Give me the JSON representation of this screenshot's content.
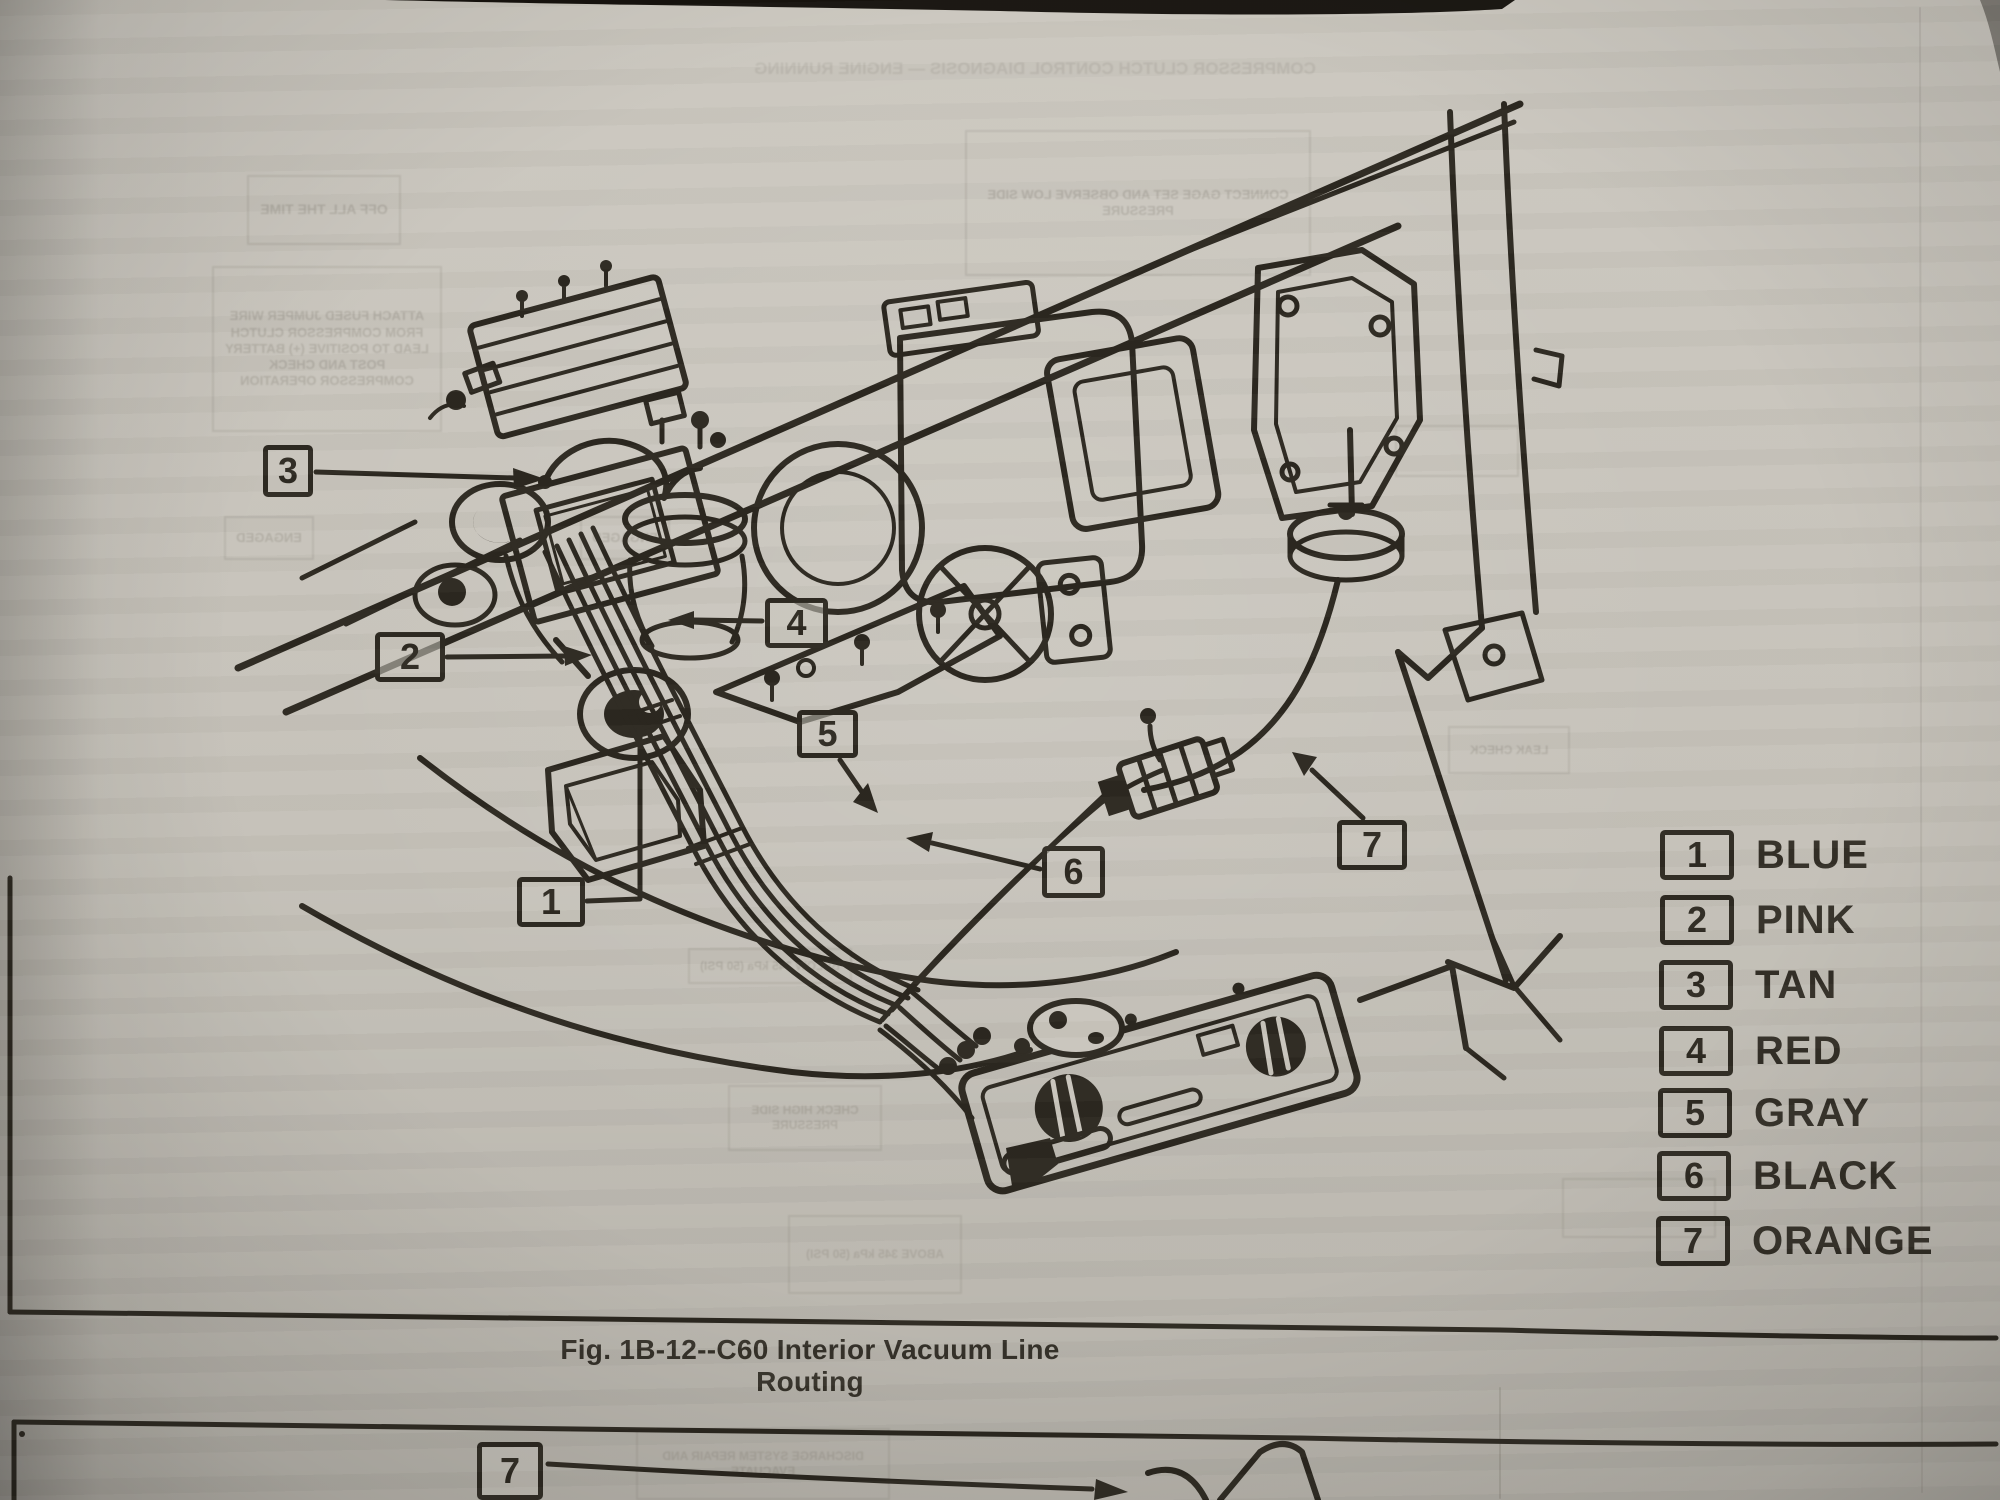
{
  "figure": {
    "caption": "Fig. 1B-12--C60 Interior Vacuum Line Routing"
  },
  "legend": {
    "items": [
      {
        "num": "1",
        "label": "BLUE"
      },
      {
        "num": "2",
        "label": "PINK"
      },
      {
        "num": "3",
        "label": "TAN"
      },
      {
        "num": "4",
        "label": "RED"
      },
      {
        "num": "5",
        "label": "GRAY"
      },
      {
        "num": "6",
        "label": "BLACK"
      },
      {
        "num": "7",
        "label": "ORANGE"
      }
    ]
  },
  "callouts": {
    "c1": "1",
    "c2": "2",
    "c3": "3",
    "c4": "4",
    "c5": "5",
    "c6": "6",
    "c7": "7",
    "next_figure": "7"
  },
  "colors": {
    "page": "#c9c5bc",
    "ink": "#2c2820",
    "photo_background": "#17130e"
  },
  "bleedthrough": [
    {
      "text": "OFF ALL THE TIME"
    },
    {
      "text": "ATTACH FUSED JUMPER WIRE FROM COMPRESSOR CLUTCH LEAD TO POSITIVE (+) BATTERY POST AND CHECK COMPRESSOR OPERATION"
    },
    {
      "text": "ENGAGED"
    },
    {
      "text": "ENGAGED"
    },
    {
      "text": "COMPRESSOR CLUTCH CONTROL DIAGNOSIS — ENGINE RUNNING"
    },
    {
      "text": "BELOW 345 kPa (50 PSI)"
    },
    {
      "text": "CHECK HIGH SIDE PRESSURE"
    },
    {
      "text": "ABOVE 345 kPa (50 PSI)"
    },
    {
      "text": ""
    },
    {
      "text": "LEAK CHECK"
    },
    {
      "text": ""
    },
    {
      "text": "DISCHARGE SYSTEM REPAIR AND EVACUATE"
    },
    {
      "text": "CONNECT GAGE SET AND OBSERVE LOW SIDE PRESSURE"
    }
  ]
}
